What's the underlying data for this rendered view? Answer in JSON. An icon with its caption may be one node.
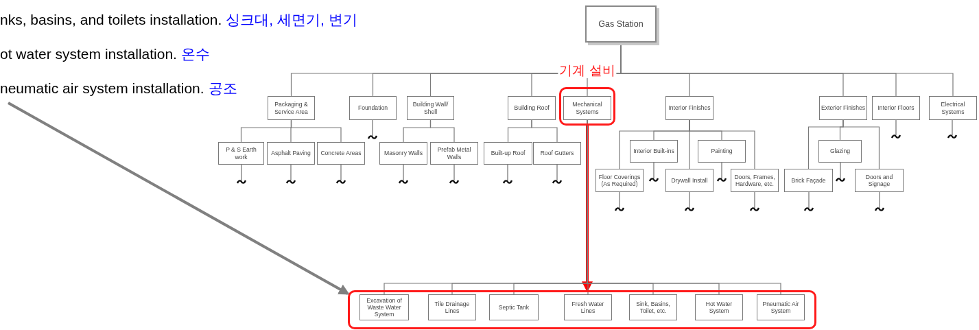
{
  "diagram": {
    "nodes": [
      {
        "text": [
          "Gas Station"
        ]
      },
      {
        "text": [
          "Packaging & Service Area"
        ]
      },
      {
        "text": [
          "Foundation"
        ]
      },
      {
        "text": [
          "Building Wall/ Shell"
        ]
      },
      {
        "text": [
          "Building Roof"
        ]
      },
      {
        "text": [
          "기계 설비"
        ]
      },
      {
        "text": [
          "Mechanical Systems"
        ],
        "in": 5
      },
      {
        "text": [
          "Interior Finishes"
        ]
      },
      {
        "text": [
          "Exterior Finishes"
        ]
      },
      {
        "text": [
          "Interior Floors"
        ]
      },
      {
        "text": [
          "Electrical Systems"
        ]
      },
      {
        "text": [
          "P & S Earth work"
        ]
      },
      {
        "text": [
          "Asphalt Paving"
        ]
      },
      {
        "text": [
          "Concrete Areas"
        ]
      },
      {
        "text": [
          "Masonry Walls"
        ]
      },
      {
        "text": [
          "Prefab Metal Walls"
        ]
      },
      {
        "text": [
          "Built-up Roof"
        ]
      },
      {
        "text": [
          "Roof Gutters"
        ]
      },
      {
        "text": [
          "Interior Built-ins"
        ]
      },
      {
        "text": [
          "Painting"
        ]
      },
      {
        "text": [
          "Glazing"
        ]
      },
      {
        "text": [
          "Floor Coverings (As Required)"
        ]
      },
      {
        "text": [
          "Drywall Install"
        ]
      },
      {
        "text": [
          "Doors, Frames, Hardware, etc."
        ]
      },
      {
        "text": [
          "Brick Façade"
        ]
      },
      {
        "text": [
          "Doors and Signage"
        ]
      },
      {
        "text": [],
        "shape": "box"
      },
      {
        "text": [
          "Excavation of Waste Water System"
        ],
        "in": 26
      },
      {
        "text": [
          "Tile Drainage Lines"
        ],
        "in": 26
      },
      {
        "text": [
          "Septic Tank"
        ],
        "in": 26
      },
      {
        "text": [
          "Fresh Water Lines"
        ],
        "in": 26
      },
      {
        "text": [
          "Sink, Basins, Toilet, etc."
        ],
        "in": 26
      },
      {
        "text": [
          "Hot Water System"
        ],
        "in": 26
      },
      {
        "text": [
          "Pneumatic Air System"
        ],
        "in": 26
      },
      {
        "text": [
          "neumatic air system installation.",
          "공조"
        ]
      }
    ],
    "edges": [
      {
        "from": 0,
        "to": 1,
        "arrow": "none"
      },
      {
        "from": 0,
        "to": 2,
        "arrow": "none"
      },
      {
        "from": 0,
        "to": 3,
        "arrow": "none"
      },
      {
        "from": 0,
        "to": 4,
        "arrow": "none"
      },
      {
        "from": 0,
        "to": 6,
        "arrow": "none"
      },
      {
        "from": 0,
        "to": 7,
        "arrow": "none"
      },
      {
        "from": 0,
        "to": 8,
        "arrow": "none"
      },
      {
        "from": 0,
        "to": 9,
        "arrow": "none"
      },
      {
        "from": 0,
        "to": 10,
        "arrow": "none"
      },
      {
        "from": 1,
        "to": 11,
        "arrow": "none"
      },
      {
        "from": 1,
        "to": 12,
        "arrow": "none"
      },
      {
        "from": 1,
        "to": 13,
        "arrow": "none"
      },
      {
        "from": 3,
        "to": 14,
        "arrow": "none"
      },
      {
        "from": 3,
        "to": 15,
        "arrow": "none"
      },
      {
        "from": 4,
        "to": 16,
        "arrow": "none"
      },
      {
        "from": 4,
        "to": 17,
        "arrow": "none"
      },
      {
        "from": 7,
        "to": 21,
        "arrow": "none"
      },
      {
        "from": 7,
        "to": 18,
        "arrow": "none"
      },
      {
        "from": 7,
        "to": 22,
        "arrow": "none"
      },
      {
        "from": 7,
        "to": 19,
        "arrow": "none"
      },
      {
        "from": 7,
        "to": 23,
        "arrow": "none"
      },
      {
        "from": 8,
        "to": 24,
        "arrow": "none"
      },
      {
        "from": 8,
        "to": 20,
        "arrow": "none"
      },
      {
        "from": 8,
        "to": 25,
        "arrow": "none"
      },
      {
        "from": 5,
        "to": 26,
        "arrow": "to",
        "style": "thick",
        "color": "#ff0000"
      },
      {
        "from": 6,
        "to": 27,
        "arrow": "none"
      },
      {
        "from": 6,
        "to": 28,
        "arrow": "none"
      },
      {
        "from": 6,
        "to": 29,
        "arrow": "none"
      },
      {
        "from": 6,
        "to": 30,
        "arrow": "none"
      },
      {
        "from": 6,
        "to": 31,
        "arrow": "none"
      },
      {
        "from": 6,
        "to": 32,
        "arrow": "none"
      },
      {
        "from": 6,
        "to": 33,
        "arrow": "none"
      },
      {
        "from": 34,
        "to": 26,
        "arrow": "to",
        "style": "thick",
        "color": "#808080"
      }
    ],
    "labels": [
      "nks, basins, and toilets installation.",
      "싱크대, 세면기, 변기",
      "ot water system installation.",
      "온수"
    ]
  }
}
